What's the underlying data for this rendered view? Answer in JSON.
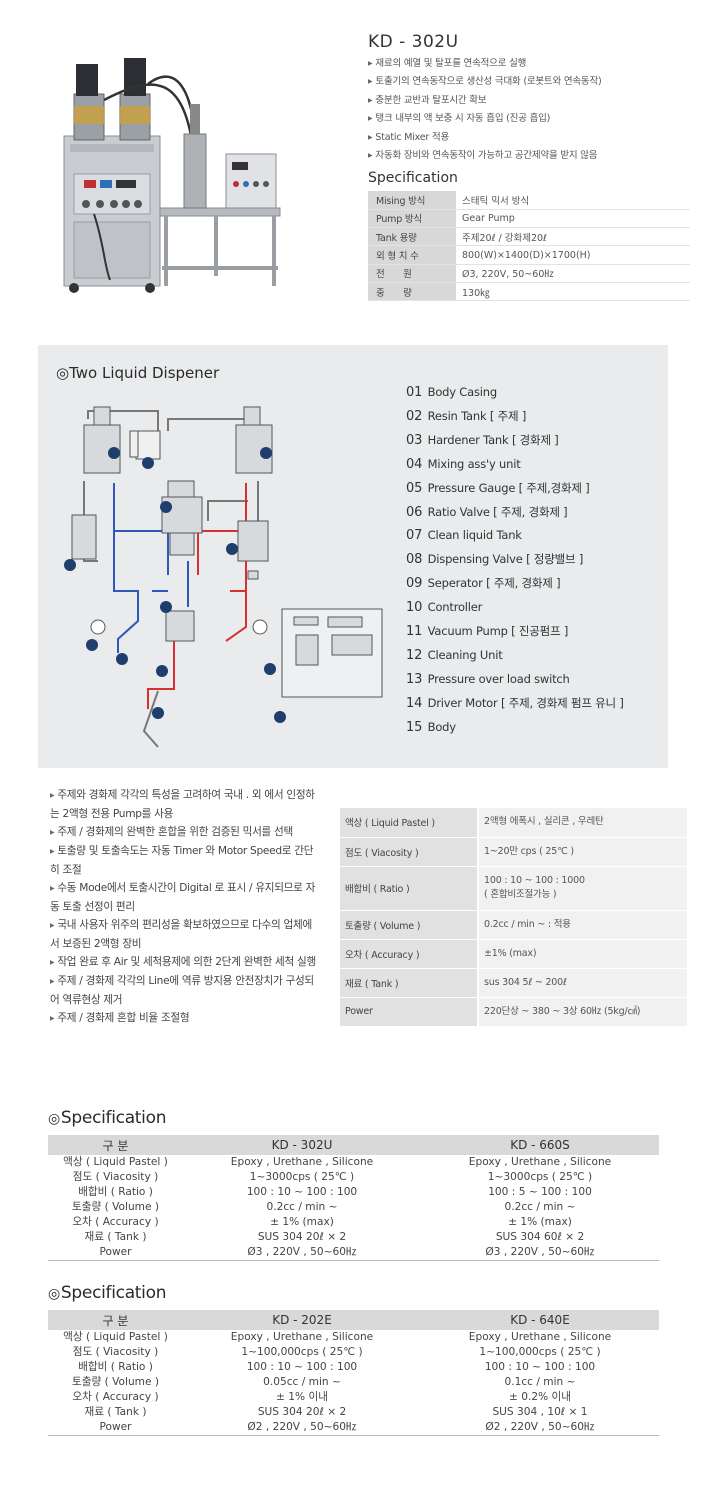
{
  "product": {
    "model": "KD - 302U",
    "features": [
      "재료의 예열 및 탈포를 연속적으로 실행",
      "토출기의 연속동작으로 생산성 극대화 (로봇트와 연속동작)",
      "충분한 교반과 탈포시간 확보",
      "탱크 내부의 액 보충 시 자동 흡입 (진공 흡입)",
      "Static Mixer 적용",
      "자동화 장비와 연속동작이 가능하고 공간제약을 받지 않음"
    ],
    "spec_heading": "Specification",
    "spec": [
      {
        "key": "Mising 방식",
        "value": "스태틱 믹서 방식"
      },
      {
        "key": "Pump 방식",
        "value": "Gear Pump"
      },
      {
        "key": "Tank 용량",
        "value": "주제20ℓ / 강화제20ℓ"
      },
      {
        "key": "외 형 치 수",
        "value": "800(W)×1400(D)×1700(H)"
      },
      {
        "key": "전　　원",
        "value": "Ø3, 220V, 50~60㎐"
      },
      {
        "key": "중　　량",
        "value": "130㎏"
      }
    ]
  },
  "dispener": {
    "title": "◎Two Liquid Dispener",
    "parts": [
      {
        "num": "01",
        "label": "Body Casing"
      },
      {
        "num": "02",
        "label": "Resin Tank [ 주제 ]"
      },
      {
        "num": "03",
        "label": "Hardener Tank [ 경화제 ]"
      },
      {
        "num": "04",
        "label": "Mixing ass'y unit"
      },
      {
        "num": "05",
        "label": "Pressure Gauge [ 주제,경화제 ]"
      },
      {
        "num": "06",
        "label": "Ratio Valve [ 주제, 경화제 ]"
      },
      {
        "num": "07",
        "label": "Clean liquid Tank"
      },
      {
        "num": "08",
        "label": "Dispensing Valve [ 정량밸브 ]"
      },
      {
        "num": "09",
        "label": "Seperator [ 주제, 경화제 ]"
      },
      {
        "num": "10",
        "label": "Controller"
      },
      {
        "num": "11",
        "label": "Vacuum Pump [ 진공펌프 ]"
      },
      {
        "num": "12",
        "label": "Cleaning Unit"
      },
      {
        "num": "13",
        "label": "Pressure over load switch"
      },
      {
        "num": "14",
        "label": "Driver Motor [ 주제, 경화제 펌프 유니 ]"
      },
      {
        "num": "15",
        "label": "Body"
      }
    ]
  },
  "description": [
    "주제와 경화제 각각의 특성을 고려하여 국내 . 외 에서 인정하는 2액형 전용 Pump를 사용",
    "주제 / 경화제의 완벽한 혼합을 위한 검증된 믹서를 선택",
    "토출량 및 토출속도는 자동 Timer 와 Motor Speed로 간단히 조절",
    "수동 Mode에서 토출시간이 Digital 로 표시 / 유지되므로 자동 토출 선정이 편리",
    "국내 사용자 위주의 편리성을 확보하였으므로 다수의 업체에서 보증된 2액형 장비",
    "작업 완료 후 Air 및 세척용제에 의한 2단계 완벽한 세척 실행",
    "주제 / 경화제 각각의 Line에 역류 방지용 안전장치가 구성되어 역류현상 제거",
    "주제 / 경화제 혼합 비율 조절형"
  ],
  "properties": [
    {
      "key": "액상 ( Liquid Pastel )",
      "value": "2액형 에폭시 , 실리콘 , 우레탄"
    },
    {
      "key": "점도 ( Viacosity )",
      "value": "1~20만 cps ( 25℃ )"
    },
    {
      "key": "배합비 ( Ratio )",
      "value": "100 : 10 ~ 100 : 1000",
      "value2": "( 혼합비조절가능 )"
    },
    {
      "key": "토출량 ( Volume )",
      "value": "0.2cc / min ~ : 적용"
    },
    {
      "key": "오차 ( Accuracy )",
      "value": "±1% (max)"
    },
    {
      "key": "재료 ( Tank )",
      "value": "sus 304 5ℓ ~ 200ℓ"
    },
    {
      "key": "Power",
      "value": "220단상 ~ 380 ~ 3상 60㎐ (5kg/㎠)"
    }
  ],
  "spec_tables": [
    {
      "title_mark": "◎",
      "title": "Specification",
      "headers": [
        "구 분",
        "KD - 302U",
        "KD - 660S"
      ],
      "rows": [
        [
          "액상 ( Liquid Pastel )",
          "Epoxy , Urethane , Silicone",
          "Epoxy , Urethane , Silicone"
        ],
        [
          "점도 ( Viacosity )",
          "1~3000cps ( 25℃ )",
          "1~3000cps ( 25℃ )"
        ],
        [
          "배합비 ( Ratio )",
          "100 : 10 ~ 100 : 100",
          "100 : 5 ~ 100 : 100"
        ],
        [
          "토출량 ( Volume )",
          "0.2cc / min ~",
          "0.2cc / min ~"
        ],
        [
          "오차 ( Accuracy )",
          "± 1% (max)",
          "± 1% (max)"
        ],
        [
          "재료 ( Tank )",
          "SUS 304 20ℓ × 2",
          "SUS 304 60ℓ × 2"
        ],
        [
          "Power",
          "Ø3 , 220V , 50~60㎐",
          "Ø3 , 220V , 50~60㎐"
        ]
      ]
    },
    {
      "title_mark": "◎",
      "title": "Specification",
      "headers": [
        "구 분",
        "KD - 202E",
        "KD - 640E"
      ],
      "rows": [
        [
          "액상 ( Liquid Pastel )",
          "Epoxy , Urethane , Silicone",
          "Epoxy , Urethane , Silicone"
        ],
        [
          "점도 ( Viacosity )",
          "1~100,000cps ( 25℃ )",
          "1~100,000cps ( 25℃ )"
        ],
        [
          "배합비 ( Ratio )",
          "100 : 10 ~ 100 : 100",
          "100 : 10 ~ 100 : 100"
        ],
        [
          "토출량 ( Volume )",
          "0.05cc / min ~",
          "0.1cc / min ~"
        ],
        [
          "오차 ( Accuracy )",
          "± 1% 이내",
          "± 0.2% 이내"
        ],
        [
          "재료 ( Tank )",
          "SUS 304 20ℓ × 2",
          "SUS 304 , 10ℓ × 1"
        ],
        [
          "Power",
          "Ø2 , 220V , 50~60㎐",
          "Ø2 , 220V , 50~60㎐"
        ]
      ]
    }
  ]
}
